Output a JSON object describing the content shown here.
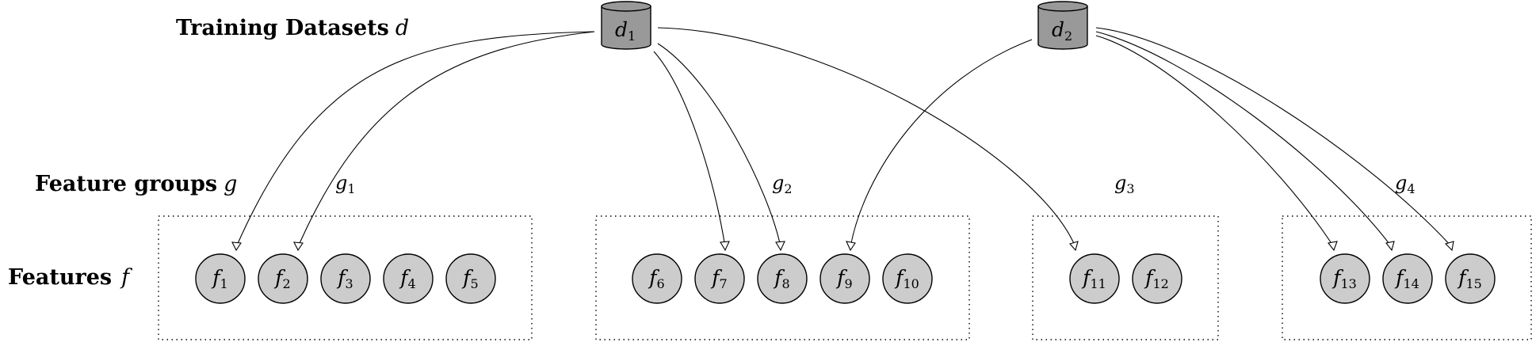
{
  "rows": {
    "datasets": {
      "label": "Training Datasets",
      "var": "d"
    },
    "groups": {
      "label": "Feature groups",
      "var": "g"
    },
    "features": {
      "label": "Features",
      "var": "f"
    }
  },
  "datasets": [
    {
      "id": "d1",
      "base": "d",
      "sub": "1"
    },
    {
      "id": "d2",
      "base": "d",
      "sub": "2"
    }
  ],
  "groups": [
    {
      "id": "g1",
      "base": "g",
      "sub": "1",
      "features": [
        "f1",
        "f2",
        "f3",
        "f4",
        "f5"
      ]
    },
    {
      "id": "g2",
      "base": "g",
      "sub": "2",
      "features": [
        "f6",
        "f7",
        "f8",
        "f9",
        "f10"
      ]
    },
    {
      "id": "g3",
      "base": "g",
      "sub": "3",
      "features": [
        "f11",
        "f12"
      ]
    },
    {
      "id": "g4",
      "base": "g",
      "sub": "4",
      "features": [
        "f13",
        "f14",
        "f15"
      ]
    }
  ],
  "features": [
    {
      "id": "f1",
      "base": "f",
      "sub": "1"
    },
    {
      "id": "f2",
      "base": "f",
      "sub": "2"
    },
    {
      "id": "f3",
      "base": "f",
      "sub": "3"
    },
    {
      "id": "f4",
      "base": "f",
      "sub": "4"
    },
    {
      "id": "f5",
      "base": "f",
      "sub": "5"
    },
    {
      "id": "f6",
      "base": "f",
      "sub": "6"
    },
    {
      "id": "f7",
      "base": "f",
      "sub": "7"
    },
    {
      "id": "f8",
      "base": "f",
      "sub": "8"
    },
    {
      "id": "f9",
      "base": "f",
      "sub": "9"
    },
    {
      "id": "f10",
      "base": "f",
      "sub": "10"
    },
    {
      "id": "f11",
      "base": "f",
      "sub": "11"
    },
    {
      "id": "f12",
      "base": "f",
      "sub": "12"
    },
    {
      "id": "f13",
      "base": "f",
      "sub": "13"
    },
    {
      "id": "f14",
      "base": "f",
      "sub": "14"
    },
    {
      "id": "f15",
      "base": "f",
      "sub": "15"
    }
  ],
  "edges": [
    {
      "from": "d1",
      "to": "f1"
    },
    {
      "from": "d1",
      "to": "f2"
    },
    {
      "from": "d1",
      "to": "f7"
    },
    {
      "from": "d1",
      "to": "f8"
    },
    {
      "from": "d1",
      "to": "f11"
    },
    {
      "from": "d2",
      "to": "f9"
    },
    {
      "from": "d2",
      "to": "f13"
    },
    {
      "from": "d2",
      "to": "f14"
    },
    {
      "from": "d2",
      "to": "f15"
    }
  ],
  "colors": {
    "feature_fill": "#cccccc",
    "dataset_fill": "#999999",
    "stroke": "#000000"
  }
}
